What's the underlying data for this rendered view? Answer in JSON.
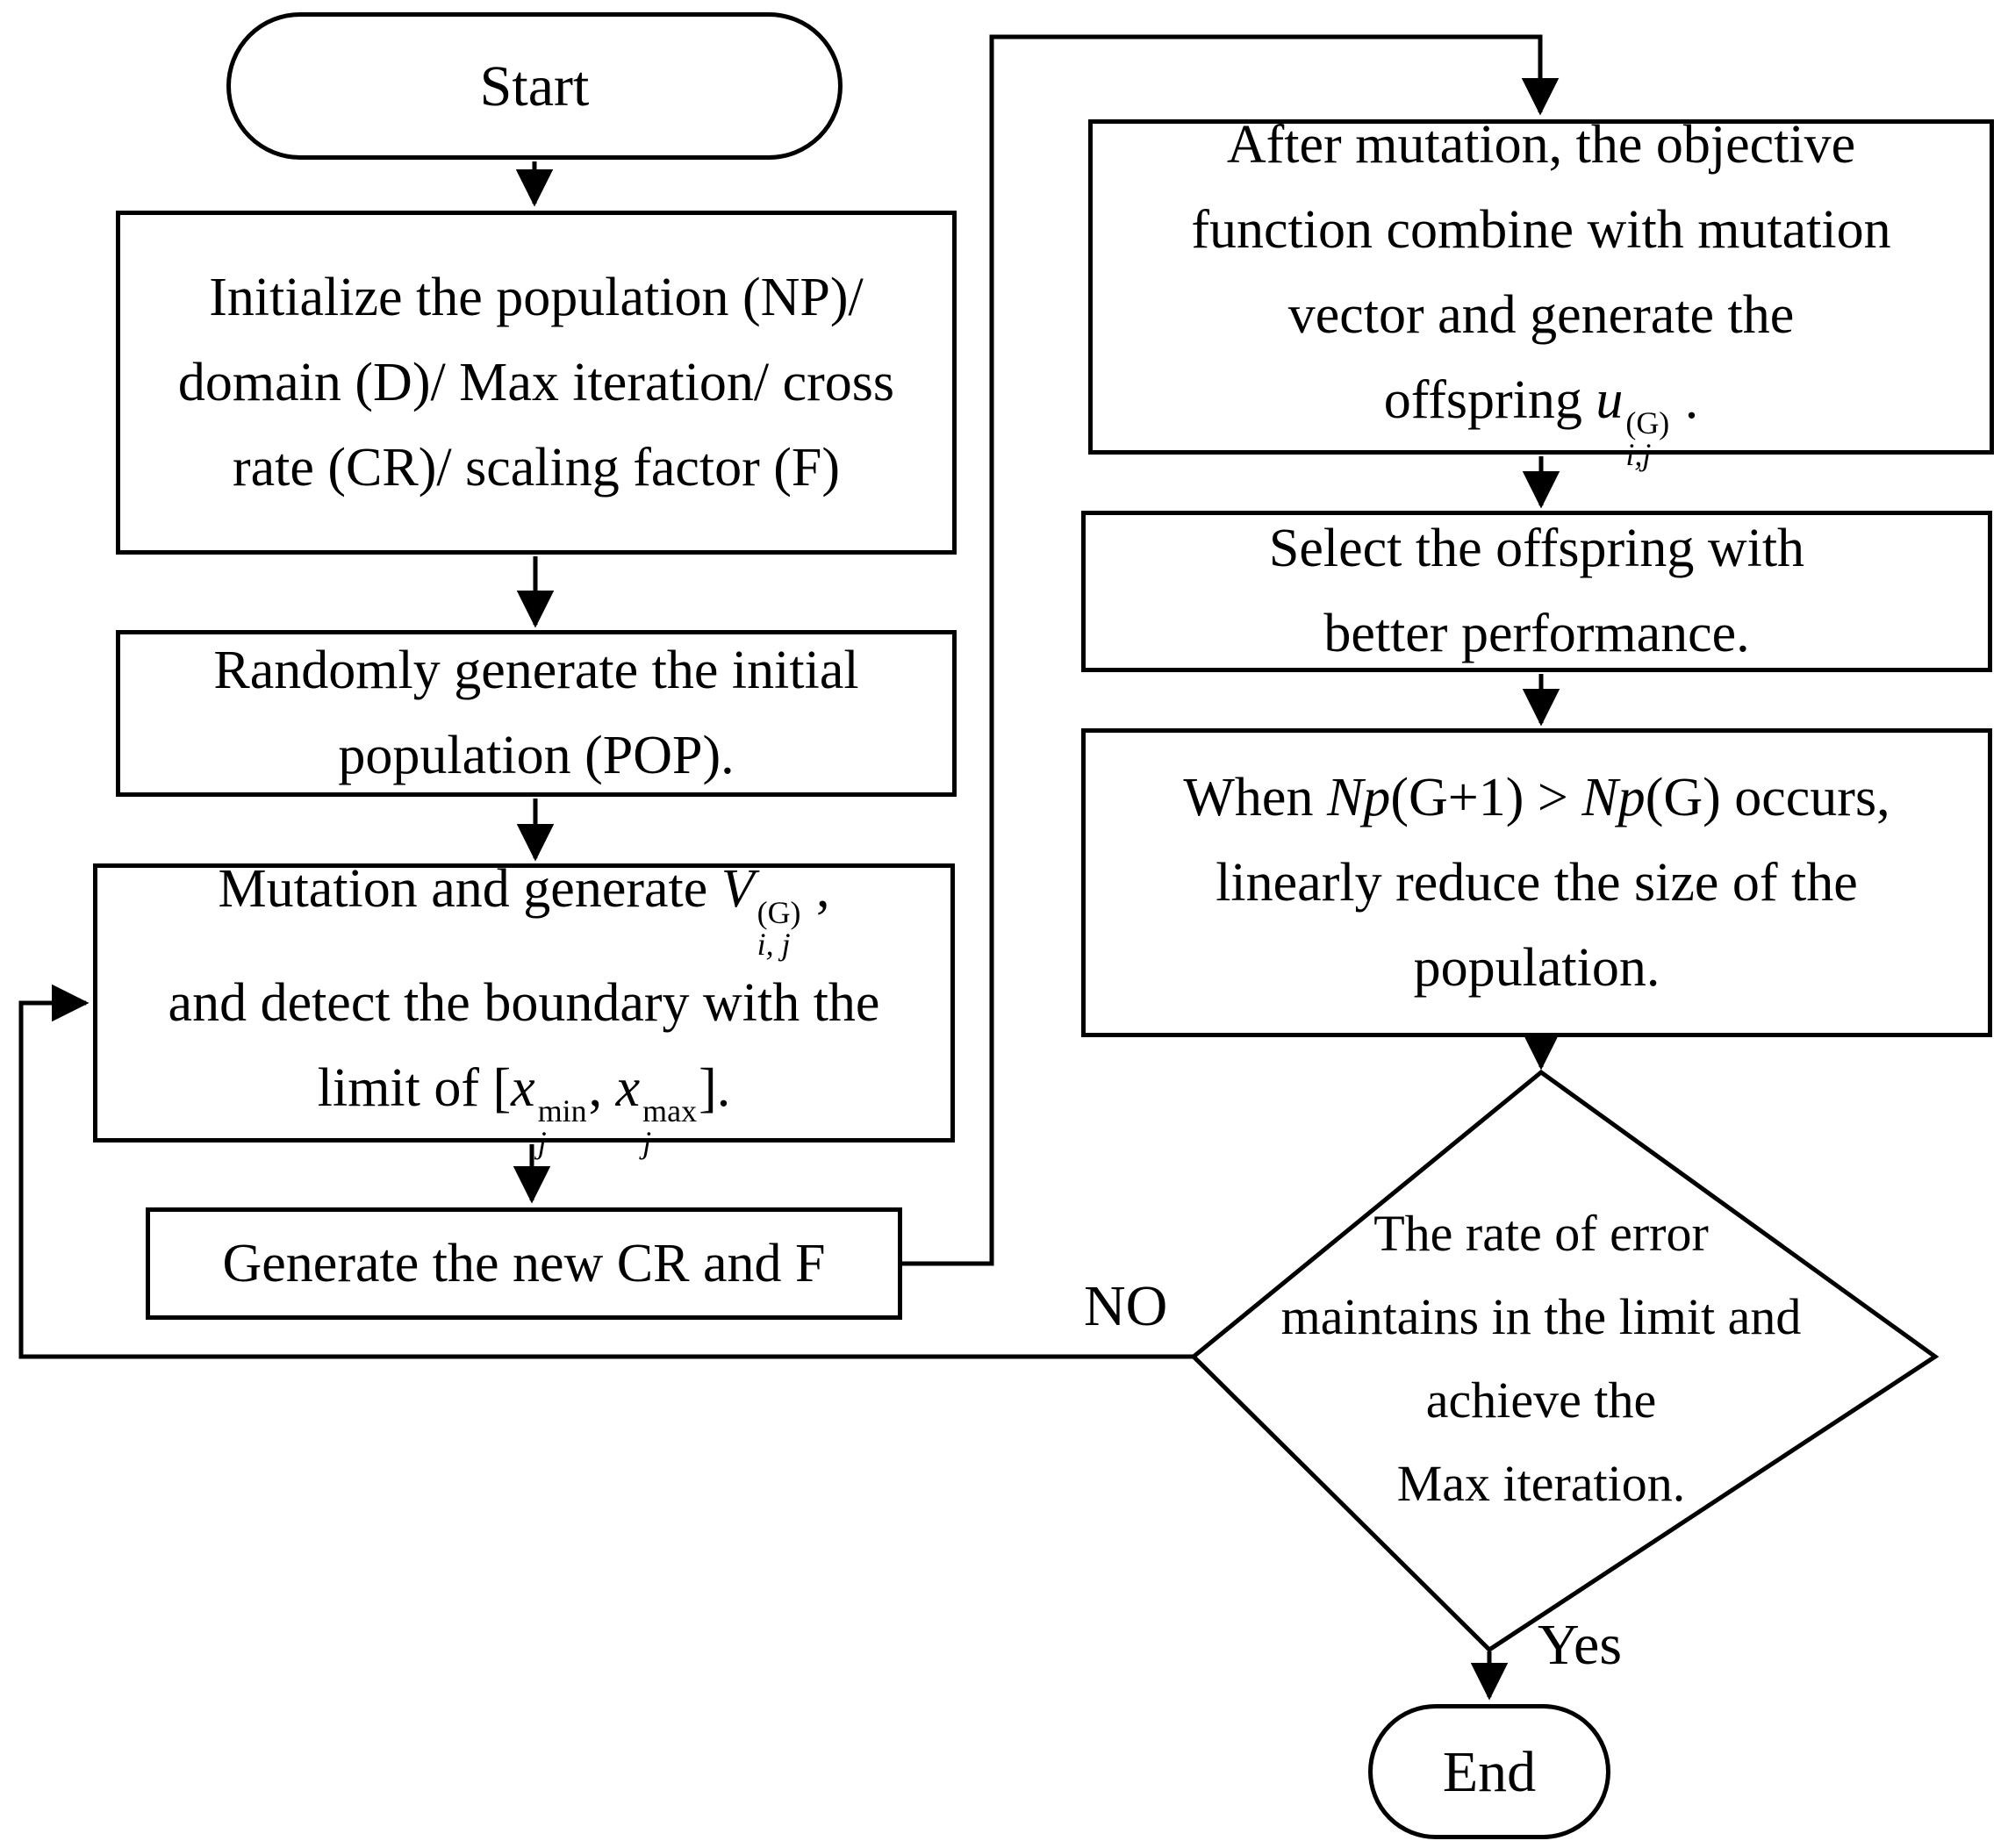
{
  "figure": {
    "background": "#ffffff",
    "line_color": "#000000",
    "text_color": "#000000"
  },
  "nodes": {
    "start": {
      "label": "Start"
    },
    "init": {
      "lines": [
        "Initialize the population (NP)/",
        "domain (D)/ Max iteration/ cross",
        "rate (CR)/ scaling factor (F)"
      ]
    },
    "pop": {
      "lines": [
        "Randomly generate the initial",
        "population (POP)."
      ]
    },
    "mutation": {
      "l1_pre": "Mutation and generate ",
      "v": "V",
      "v_sup": "(G)",
      "v_sub": "i, j",
      "l1_post": " ,",
      "l2": "and detect the boundary with the",
      "l3_pre": "limit of [",
      "x1": "x",
      "x1_sup": "min",
      "x1_sub": "j",
      "l3_mid": ", ",
      "x2": "x",
      "x2_sup": "max",
      "x2_sub": "j",
      "l3_post": "]."
    },
    "gen_cr_f": {
      "label": "Generate the new CR and F"
    },
    "after_mutation": {
      "l1": "After mutation, the objective",
      "l2": "function combine with mutation",
      "l3": "vector and generate the",
      "l4_pre": "offspring ",
      "u": "u",
      "u_sup": "(G)",
      "u_sub": "i,j",
      "l4_post": " ."
    },
    "select": {
      "lines": [
        "Select the offspring with",
        "better performance."
      ]
    },
    "reduce": {
      "l1_pre": "When ",
      "np1": "Np",
      "p1": "(G+1)",
      "gt": " > ",
      "np2": "Np",
      "p2": "(G)",
      "l1_post": " occurs,",
      "l2": "linearly reduce the size of the",
      "l3": "population."
    },
    "decision": {
      "lines": [
        "The rate of error",
        "maintains in the limit and",
        "achieve the",
        "Max iteration."
      ]
    },
    "end": {
      "label": "End"
    }
  },
  "edge_labels": {
    "no": "NO",
    "yes": "Yes"
  }
}
